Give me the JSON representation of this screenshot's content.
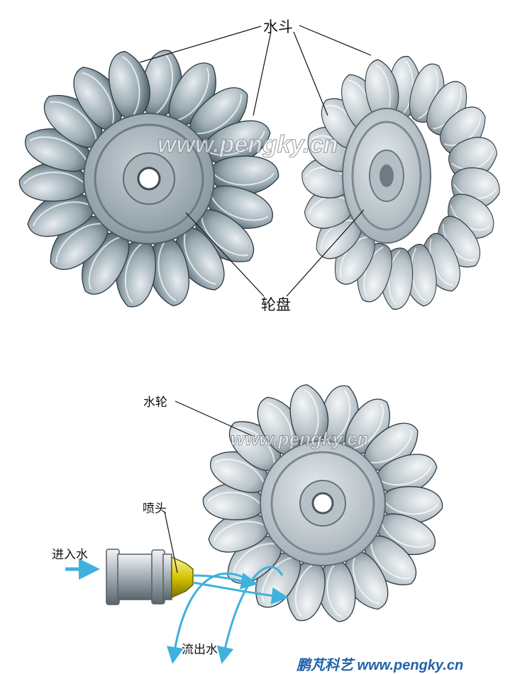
{
  "labels": {
    "bucket": "水斗",
    "disc": "轮盘",
    "wheel": "水轮",
    "nozzle": "喷头",
    "water_in": "进入水",
    "water_out": "流出水"
  },
  "watermarks": {
    "top": "www.pengky.cn",
    "bottom": "www.pengky.cn",
    "footer": "鹏芃科艺 www.pengky.cn"
  },
  "colors": {
    "metal_dark": "#2f3d45",
    "metal_mid": "#8a9aa3",
    "metal_light": "#dfe5e8",
    "water": "#3fb1dc",
    "nozzle_yellow": "#d8c800",
    "footer_text": "#1f62a8"
  }
}
